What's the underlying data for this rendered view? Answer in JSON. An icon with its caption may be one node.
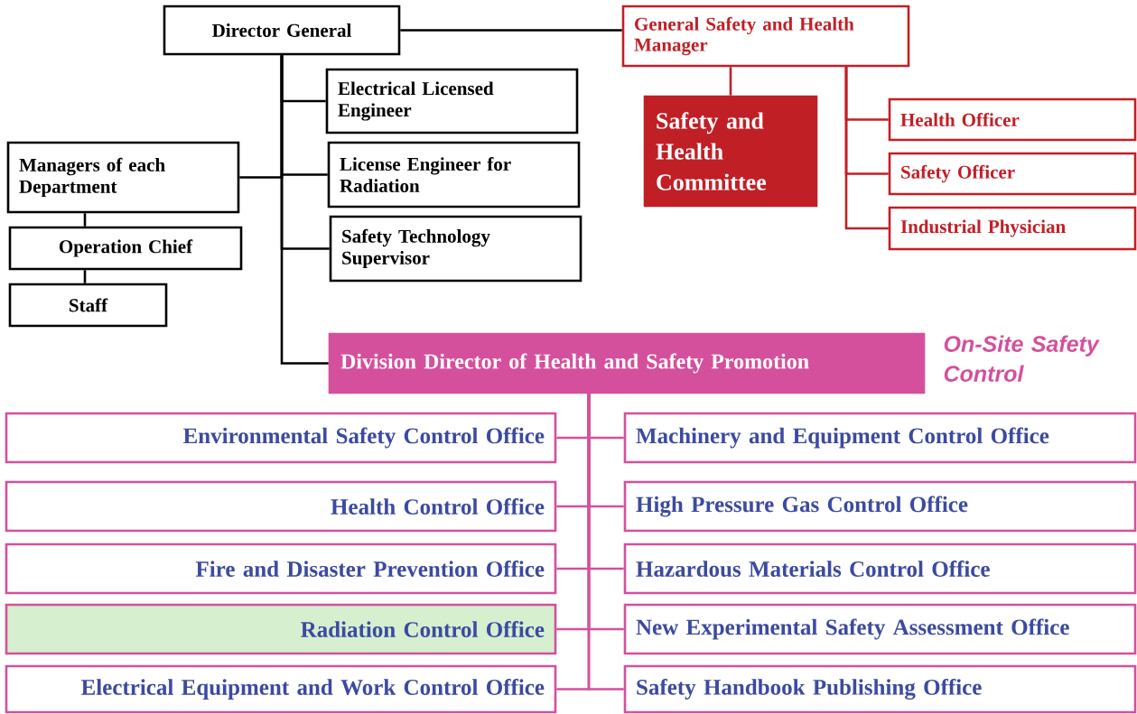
{
  "diagram": {
    "nodes": [
      {
        "text": [
          "Director General"
        ]
      },
      {
        "text": [
          "General Safety and Health Manager"
        ]
      },
      {
        "text": [
          "Electrical Licensed Engineer"
        ]
      },
      {
        "text": [
          "Managers of each Department"
        ]
      },
      {
        "text": [
          "License Engineer for Radiation"
        ]
      },
      {
        "text": [
          "Operation Chief"
        ]
      },
      {
        "text": [
          "Safety Technology Supervisor"
        ]
      },
      {
        "text": [
          "Staff"
        ]
      },
      {
        "text": [
          "Safety and Health Committee"
        ]
      },
      {
        "text": [
          "Health Officer"
        ]
      },
      {
        "text": [
          "Safety Officer"
        ]
      },
      {
        "text": [
          "Industrial Physician"
        ]
      },
      {
        "text": [
          "Division Director of  Health and Safety Promotion"
        ],
        "beside": [
          "On-Site Safety Control"
        ]
      },
      {
        "text": [
          "Environmental Safety Control Office"
        ]
      },
      {
        "text": [
          "Machinery and Equipment Control Office"
        ]
      },
      {
        "text": [
          "Health Control Office"
        ]
      },
      {
        "text": [
          "High Pressure Gas Control Office"
        ]
      },
      {
        "text": [
          "Fire and Disaster Prevention Office"
        ]
      },
      {
        "text": [
          "Hazardous Materials Control Office"
        ]
      },
      {
        "text": [
          "Radiation Control Office"
        ]
      },
      {
        "text": [
          "New Experimental Safety Assessment Office"
        ]
      },
      {
        "text": [
          "Electrical Equipment and Work Control Office"
        ]
      },
      {
        "text": [
          "Safety Handbook Publishing Office"
        ]
      }
    ],
    "edges": [
      {
        "from": 0,
        "to": 1,
        "arrow": "none",
        "color": "#000000"
      },
      {
        "from": 0,
        "to": 2,
        "arrow": "none",
        "color": "#000000"
      },
      {
        "from": 0,
        "to": 3,
        "arrow": "none",
        "color": "#000000"
      },
      {
        "from": 0,
        "to": 4,
        "arrow": "none",
        "color": "#000000"
      },
      {
        "from": 0,
        "to": 6,
        "arrow": "none",
        "color": "#000000"
      },
      {
        "from": 0,
        "to": 12,
        "arrow": "none",
        "color": "#000000"
      },
      {
        "from": 3,
        "to": 5,
        "arrow": "none",
        "color": "#000000"
      },
      {
        "from": 5,
        "to": 7,
        "arrow": "none",
        "color": "#000000"
      },
      {
        "from": 1,
        "to": 8,
        "arrow": "none",
        "color": "#c11f26"
      },
      {
        "from": 1,
        "to": 9,
        "arrow": "none",
        "color": "#c11f26"
      },
      {
        "from": 1,
        "to": 10,
        "arrow": "none",
        "color": "#c11f26"
      },
      {
        "from": 1,
        "to": 11,
        "arrow": "none",
        "color": "#c11f26"
      },
      {
        "from": 12,
        "to": 13,
        "arrow": "none"
      },
      {
        "from": 12,
        "to": 14,
        "arrow": "none"
      },
      {
        "from": 12,
        "to": 15,
        "arrow": "none"
      },
      {
        "from": 12,
        "to": 16,
        "arrow": "none"
      },
      {
        "from": 12,
        "to": 17,
        "arrow": "none"
      },
      {
        "from": 12,
        "to": 18,
        "arrow": "none"
      },
      {
        "from": 12,
        "to": 19,
        "arrow": "none"
      },
      {
        "from": 12,
        "to": 20,
        "arrow": "none"
      },
      {
        "from": 12,
        "to": 21,
        "arrow": "none"
      },
      {
        "from": 12,
        "to": 22,
        "arrow": "none"
      }
    ]
  }
}
